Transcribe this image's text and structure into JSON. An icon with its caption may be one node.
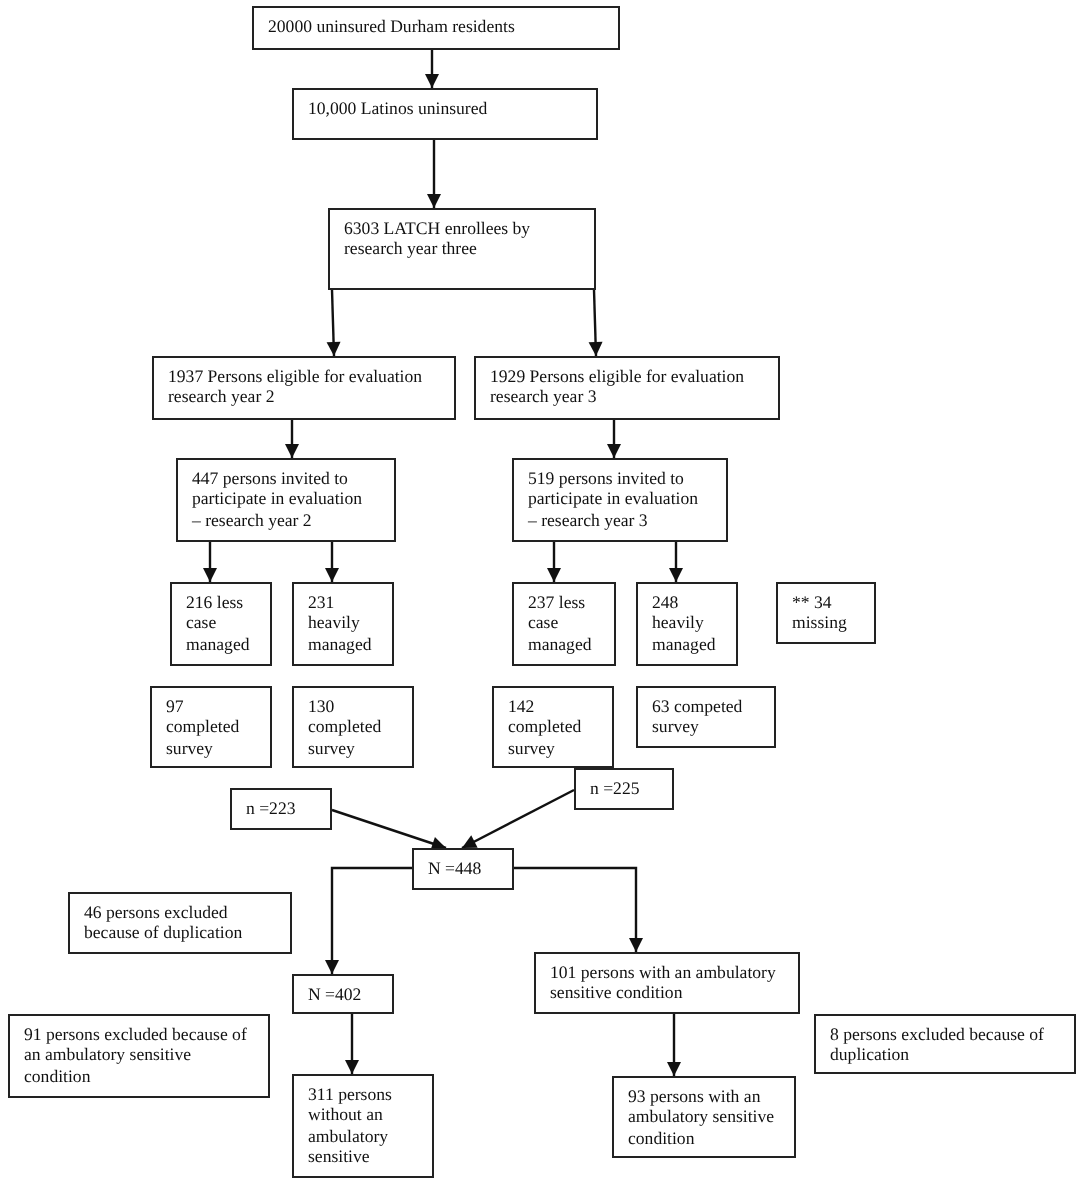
{
  "diagram": {
    "nodes": [
      {
        "text": [
          "20000 uninsured Durham residents"
        ]
      },
      {
        "text": [
          "10,000 Latinos uninsured"
        ]
      },
      {
        "text": [
          "6303 LATCH enrollees by research year three"
        ]
      },
      {
        "text": [
          "1937 Persons eligible for evaluation research year 2"
        ]
      },
      {
        "text": [
          "1929 Persons eligible for evaluation research year 3"
        ]
      },
      {
        "text": [
          "447 persons invited to participate in evaluation – research year 2"
        ]
      },
      {
        "text": [
          "519 persons invited to participate in evaluation – research year 3"
        ]
      },
      {
        "text": [
          "216 less case managed"
        ]
      },
      {
        "text": [
          "231 heavily managed"
        ]
      },
      {
        "text": [
          "237 less case managed"
        ]
      },
      {
        "text": [
          "248 heavily managed"
        ]
      },
      {
        "text": [
          "** 34 missing"
        ]
      },
      {
        "text": [
          "97 completed survey"
        ]
      },
      {
        "text": [
          "130 completed survey"
        ]
      },
      {
        "text": [
          "142 completed survey"
        ]
      },
      {
        "text": [
          "63 competed survey"
        ]
      },
      {
        "text": [
          "n =223"
        ]
      },
      {
        "text": [
          "n =225"
        ]
      },
      {
        "text": [
          "N =448"
        ]
      },
      {
        "text": [
          "46 persons excluded because of duplication"
        ]
      },
      {
        "text": [
          "N =402"
        ]
      },
      {
        "text": [
          "101 persons with an ambulatory sensitive condition"
        ]
      },
      {
        "text": [
          "91 persons excluded because of an ambulatory sensitive condition"
        ]
      },
      {
        "text": [
          "311 persons without an ambulatory sensitive"
        ]
      },
      {
        "text": [
          "8 persons excluded because of duplication"
        ]
      },
      {
        "text": [
          "93 persons with an ambulatory sensitive condition"
        ]
      }
    ],
    "edges": [
      {
        "from": 0,
        "to": 1,
        "arrow": "to"
      },
      {
        "from": 1,
        "to": 2,
        "arrow": "to"
      },
      {
        "from": 2,
        "to": 3,
        "arrow": "to"
      },
      {
        "from": 2,
        "to": 4,
        "arrow": "to"
      },
      {
        "from": 3,
        "to": 5,
        "arrow": "to"
      },
      {
        "from": 4,
        "to": 6,
        "arrow": "to"
      },
      {
        "from": 5,
        "to": 7,
        "arrow": "to"
      },
      {
        "from": 5,
        "to": 8,
        "arrow": "to"
      },
      {
        "from": 6,
        "to": 9,
        "arrow": "to"
      },
      {
        "from": 6,
        "to": 10,
        "arrow": "to"
      },
      {
        "from": 16,
        "to": 18,
        "arrow": "to"
      },
      {
        "from": 17,
        "to": 18,
        "arrow": "to"
      },
      {
        "from": 18,
        "to": 20,
        "arrow": "to"
      },
      {
        "from": 18,
        "to": 21,
        "arrow": "to"
      },
      {
        "from": 20,
        "to": 23,
        "arrow": "to"
      },
      {
        "from": 21,
        "to": 25,
        "arrow": "to"
      }
    ]
  }
}
